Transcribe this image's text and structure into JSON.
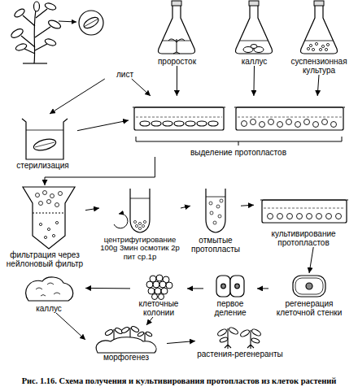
{
  "diagram": {
    "caption": "Рис. 1.16. Схема получения и культивирования протопластов из клеток растений",
    "nodes": [
      {
        "text": [
          "лист"
        ]
      },
      {
        "text": [
          "проросток"
        ]
      },
      {
        "text": [
          "каллус"
        ]
      },
      {
        "text": [
          "суспензионная культура"
        ]
      },
      {
        "text": [
          "стерилизация"
        ]
      },
      {
        "text": [
          "выделение протопластов"
        ]
      },
      {
        "text": [
          "фильтрация через нейлоновый фильтр"
        ]
      },
      {
        "text": [
          "центрифугирование 100g 3мин осмотик 2р пит ср.1р"
        ]
      },
      {
        "text": [
          "отмытые протопласты"
        ]
      },
      {
        "text": [
          "культивирование протопластов"
        ]
      },
      {
        "text": [
          "регенерация клеточной стенки"
        ]
      },
      {
        "text": [
          "первое деление"
        ]
      },
      {
        "text": [
          "клеточные колонии"
        ]
      },
      {
        "text": [
          "каллус"
        ]
      },
      {
        "text": [
          "морфогенез"
        ]
      },
      {
        "text": [
          "растения-регенеранты"
        ]
      }
    ],
    "edges": [
      {
        "from": 0,
        "to": 4,
        "arrow": "to"
      },
      {
        "from": 0,
        "to": 5,
        "arrow": "to"
      },
      {
        "from": 1,
        "to": 5,
        "arrow": "to"
      },
      {
        "from": 2,
        "to": 5,
        "arrow": "to"
      },
      {
        "from": 3,
        "to": 5,
        "arrow": "to"
      },
      {
        "from": 4,
        "to": 5,
        "arrow": "to"
      },
      {
        "from": 5,
        "to": 6,
        "arrow": "to"
      },
      {
        "from": 6,
        "to": 7,
        "arrow": "to"
      },
      {
        "from": 7,
        "to": 8,
        "arrow": "to"
      },
      {
        "from": 8,
        "to": 9,
        "arrow": "to"
      },
      {
        "from": 9,
        "to": 10,
        "arrow": "to"
      },
      {
        "from": 10,
        "to": 11,
        "arrow": "to"
      },
      {
        "from": 11,
        "to": 12,
        "arrow": "to"
      },
      {
        "from": 12,
        "to": 13,
        "arrow": "to"
      },
      {
        "from": 13,
        "to": 14,
        "arrow": "to"
      },
      {
        "from": 12,
        "to": 14,
        "arrow": "to"
      },
      {
        "from": 14,
        "to": 15,
        "arrow": "to"
      }
    ]
  }
}
